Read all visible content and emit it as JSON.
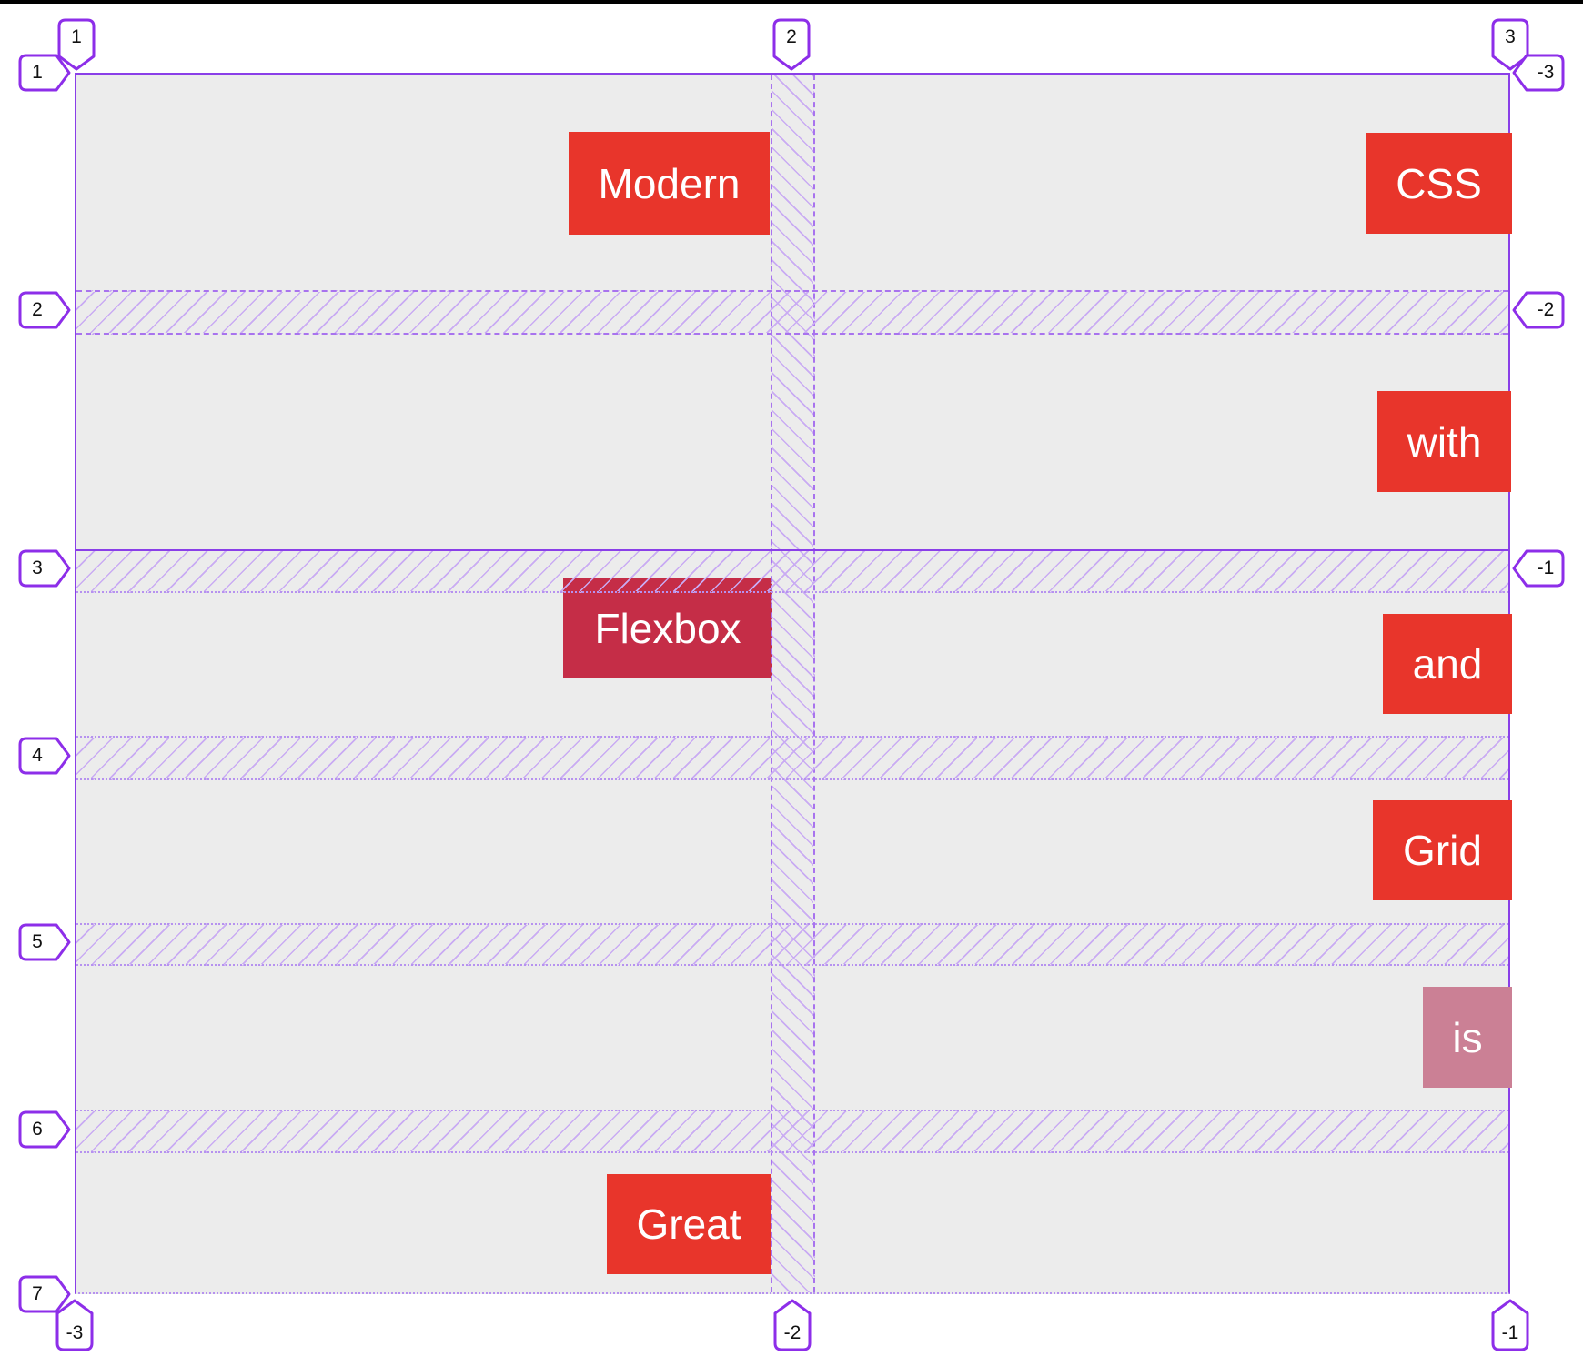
{
  "page": {
    "background": "#ffffff",
    "top_edge_bar_color": "#000000"
  },
  "overlay": {
    "colors": {
      "line-solid": "#8a3fe8",
      "line-dashed": "#a873ee",
      "line-dotted": "#b692ef",
      "hatch": "#c9abf3",
      "label-border": "#8d2ee9",
      "label-bg": "#ffffff",
      "label-text": "#111111",
      "grid-bg": "#ececec"
    },
    "column_labels_top": [
      "1",
      "2",
      "3"
    ],
    "column_labels_bottom": [
      "-3",
      "-2",
      "-1"
    ],
    "row_labels_left": [
      "1",
      "2",
      "3",
      "4",
      "5",
      "6",
      "7"
    ],
    "row_labels_right": [
      "-3",
      "-2",
      "-1"
    ]
  },
  "grid_items": [
    {
      "label": "Modern",
      "background": "#e8352b",
      "text_color": "#ffffff"
    },
    {
      "label": "CSS",
      "background": "#e8352b",
      "text_color": "#ffffff"
    },
    {
      "label": "with",
      "background": "#e8352b",
      "text_color": "#ffffff"
    },
    {
      "label": "Flexbox",
      "background": "#c52d47",
      "text_color": "#ffffff"
    },
    {
      "label": "and",
      "background": "#e8352b",
      "text_color": "#ffffff"
    },
    {
      "label": "Grid",
      "background": "#e8352b",
      "text_color": "#ffffff"
    },
    {
      "label": "is",
      "background": "#cb8095",
      "text_color": "#ffffff"
    },
    {
      "label": "Great",
      "background": "#e8352b",
      "text_color": "#ffffff"
    }
  ]
}
